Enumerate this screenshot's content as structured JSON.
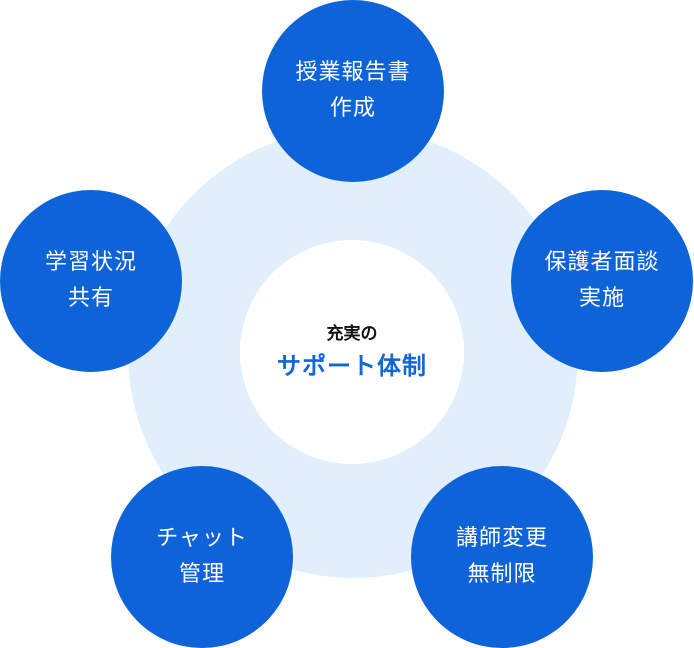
{
  "center": {
    "subtitle": "充実の",
    "title": "サポート体制"
  },
  "nodes": [
    {
      "line1": "授業報告書",
      "line2": "作成"
    },
    {
      "line1": "保護者面談",
      "line2": "実施"
    },
    {
      "line1": "講師変更",
      "line2": "無制限"
    },
    {
      "line1": "チャット",
      "line2": "管理"
    },
    {
      "line1": "学習状況",
      "line2": "共有"
    }
  ],
  "colors": {
    "node": "#0f63d8",
    "ring": "#e1eefb",
    "title_accent": "#1266d9",
    "node_text": "#ffffff"
  }
}
